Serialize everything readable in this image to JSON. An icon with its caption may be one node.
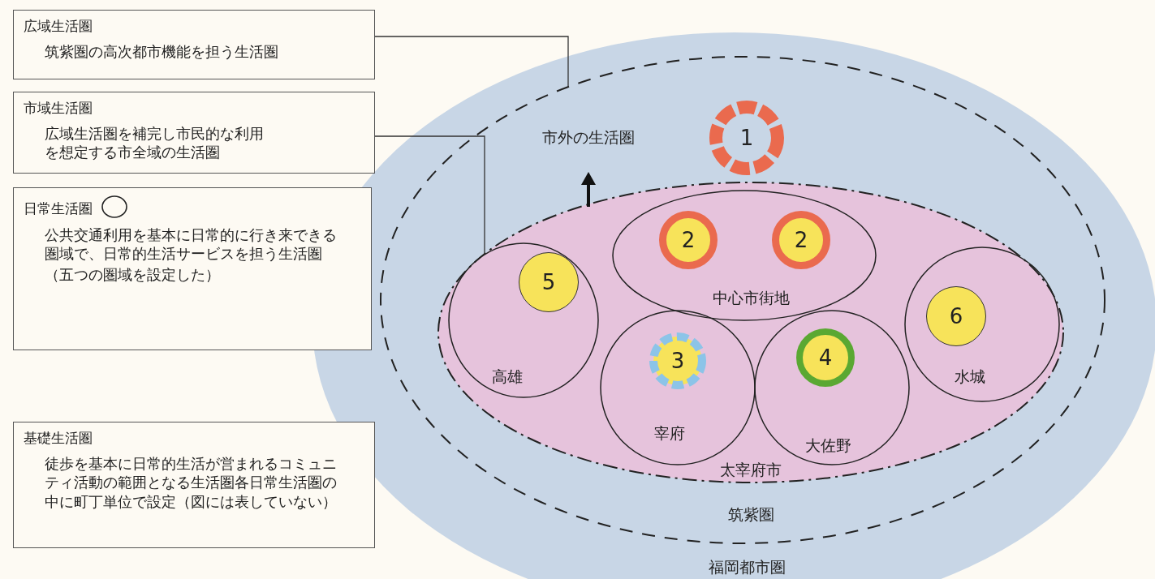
{
  "diagram": {
    "nodes": [
      {
        "text": [
          "広域生活圏",
          "筑紫圏の高次都市機能を担う生活圏"
        ]
      },
      {
        "text": [
          "市域生活圏",
          "広域生活圏を補完し市民的な利用を想定する市全域の生活圏"
        ]
      },
      {
        "text": [
          "日常生活圏",
          "公共交通利用を基本に日常的に行き来できる圏域で、日常的生活サービスを担う生活圏",
          "（五つの圏域を設定した）"
        ]
      },
      {
        "text": [
          "基礎生活圏",
          "徒歩を基本に日常的生活が営まれるコミュニティ活動の範囲となる生活圏各日常生活圏の中に町丁単位で設定（図には表していない）"
        ]
      },
      {
        "text": [
          "福岡都市圏"
        ]
      },
      {
        "text": [
          "筑紫圏"
        ],
        "in": 4
      },
      {
        "text": [
          "太宰府市"
        ],
        "in": 5
      },
      {
        "text": [
          "1"
        ],
        "in": 5
      },
      {
        "text": [
          "中心市街地"
        ],
        "in": 6
      },
      {
        "text": [
          "2"
        ],
        "in": 8
      },
      {
        "text": [
          "2"
        ],
        "in": 8
      },
      {
        "text": [
          "高雄"
        ],
        "in": 6
      },
      {
        "text": [
          "5"
        ],
        "in": 11
      },
      {
        "text": [
          "宰府"
        ],
        "in": 6
      },
      {
        "text": [
          "3"
        ],
        "in": 13
      },
      {
        "text": [
          "大佐野"
        ],
        "in": 6
      },
      {
        "text": [
          "4"
        ],
        "in": 15
      },
      {
        "text": [
          "水城"
        ],
        "in": 6
      },
      {
        "text": [
          "6"
        ],
        "in": 17
      }
    ],
    "edges": [
      {
        "from": 0,
        "to": 5,
        "arrow": "none"
      },
      {
        "from": 1,
        "to": 6,
        "arrow": "none"
      }
    ],
    "labels": [
      "市外の生活圏"
    ]
  }
}
